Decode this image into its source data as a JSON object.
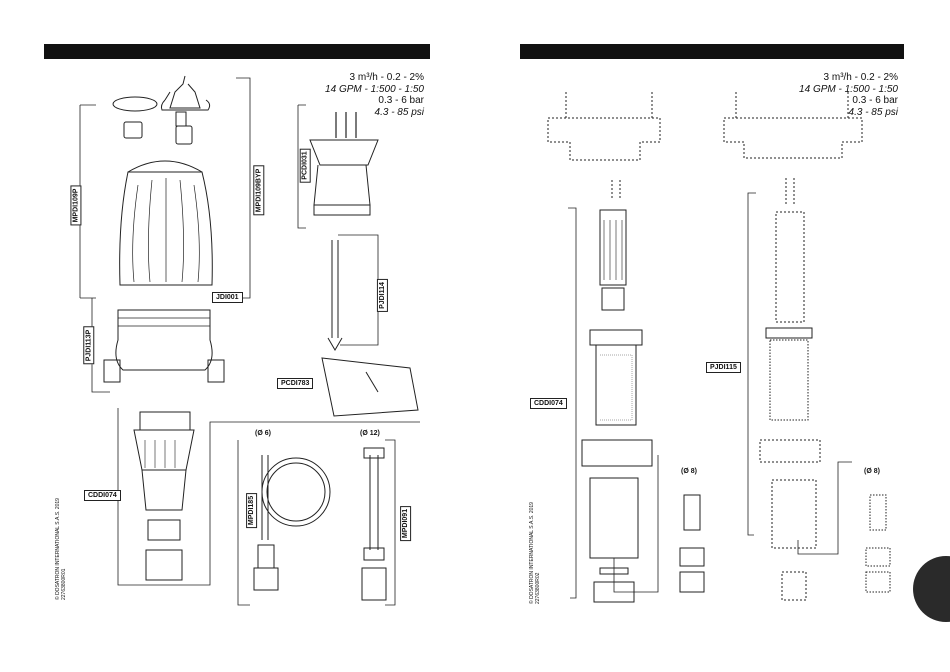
{
  "left_page": {
    "specs": {
      "line1": "3 m³/h -  0.2 - 2%",
      "line2": "14 GPM - 1:500 - 1:50",
      "line3": "0.3 - 6 bar",
      "line4": "4.3 - 85 psi"
    },
    "part_labels": {
      "mpdi": "MPDI109P",
      "mpdi_bypass": "MPDI109BYP",
      "pcdi": "PCDI031",
      "pjdi_rod": "PJDI114",
      "jdi": "JDI001",
      "pjdi_body": "PJDI113P",
      "pcdi_clip": "PCDI783",
      "cddi": "CDDI074",
      "mpdi_tube": "MPDI185",
      "mpdi_tube2": "MPDI091"
    },
    "dims": {
      "d1": "(Ø 6)",
      "d2": "(Ø 12)"
    },
    "copyright": "© DOSATRON INTERNATIONAL S.A.S. 2019",
    "doc_code": "22763800R01"
  },
  "right_page": {
    "specs": {
      "line1": "3 m³/h -  0.2 - 2%",
      "line2": "14 GPM - 1:500 - 1:50",
      "line3": "0.3 - 6 bar",
      "line4": "4.3 - 85 psi"
    },
    "part_labels": {
      "cddi": "CDDI074",
      "pjdi": "PJDI115"
    },
    "dims": {
      "d1": "(Ø 8)",
      "d2": "(Ø 8)"
    },
    "copyright": "© DOSATRON INTERNATIONAL S.A.S. 2019",
    "doc_code": "22763800R02"
  }
}
